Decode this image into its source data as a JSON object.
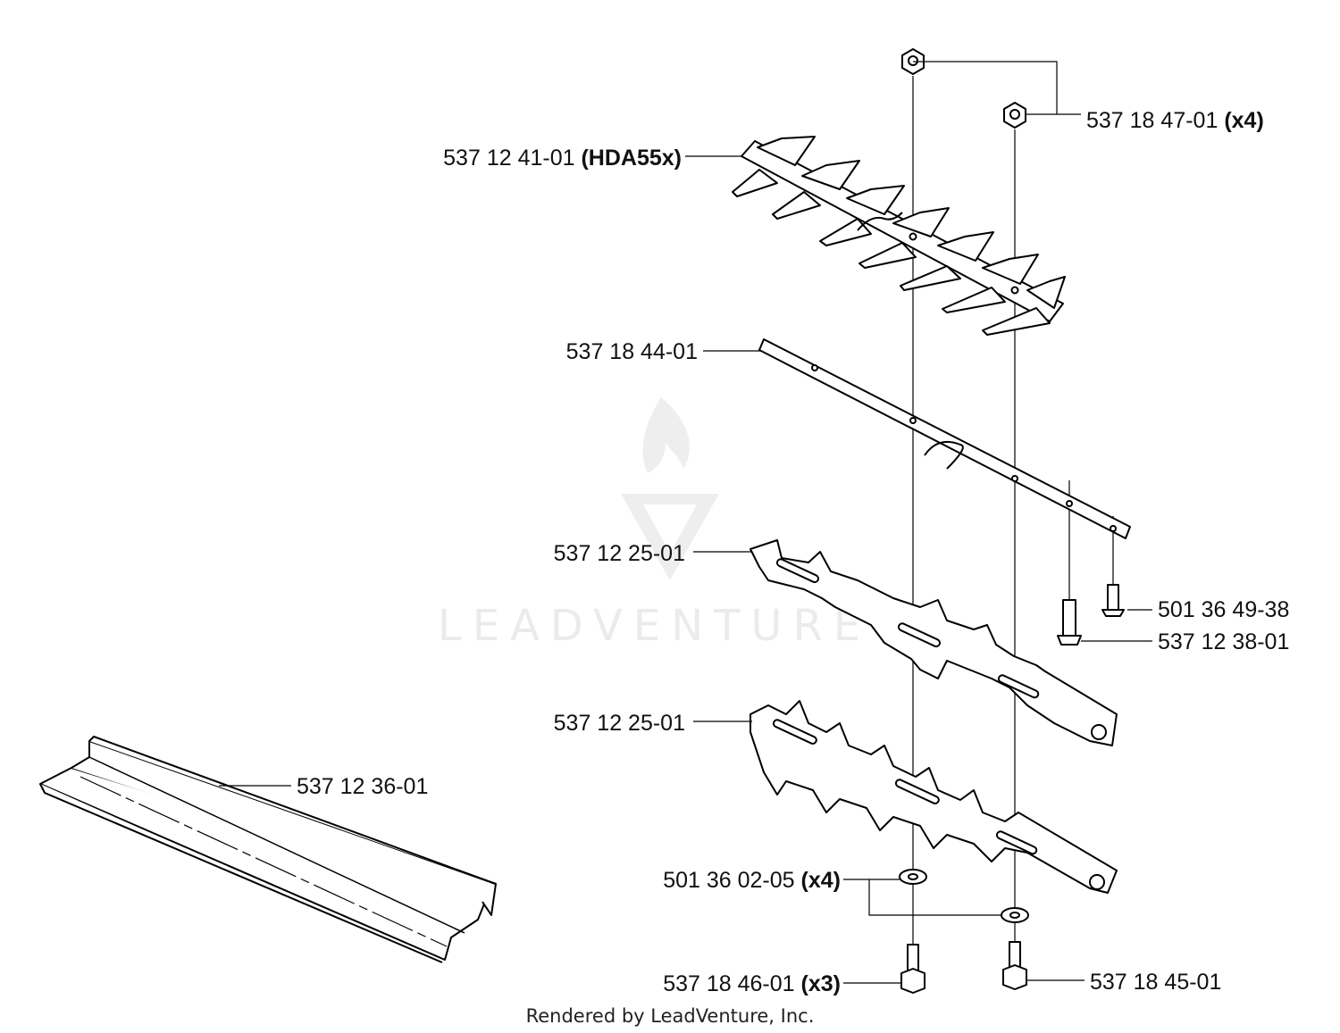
{
  "watermark": {
    "brand": "LEADVENTURE"
  },
  "footer": {
    "text": "Rendered by LeadVenture, Inc."
  },
  "callouts": [
    {
      "part": "537 18 47-01",
      "qty": "(x4)"
    },
    {
      "part": "537 12 41-01",
      "qty": "(HDA55x)"
    },
    {
      "part": "537 18 44-01",
      "qty": ""
    },
    {
      "part": "537 12 25-01",
      "qty": ""
    },
    {
      "part": "501 36 49-38",
      "qty": ""
    },
    {
      "part": "537 12 38-01",
      "qty": ""
    },
    {
      "part": "537 12 25-01",
      "qty": ""
    },
    {
      "part": "537 12 36-01",
      "qty": ""
    },
    {
      "part": "501 36 02-05",
      "qty": "(x4)"
    },
    {
      "part": "537 18 46-01",
      "qty": "(x3)"
    },
    {
      "part": "537 18 45-01",
      "qty": ""
    }
  ]
}
